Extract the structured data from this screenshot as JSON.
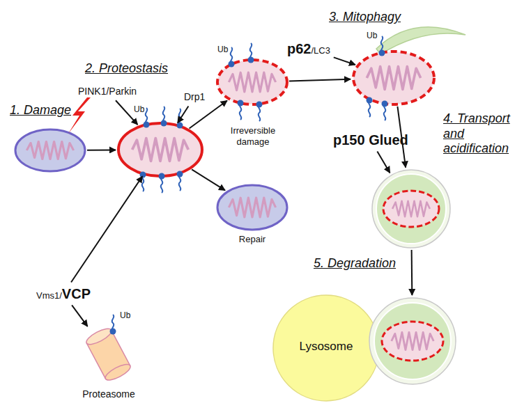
{
  "diagram": {
    "nodes": [
      {
        "text": [
          "1. Damage"
        ]
      },
      {
        "text": [
          "PINK1/Parkin"
        ]
      },
      {
        "text": [
          "Drp1"
        ]
      },
      {
        "text": [
          "Ub"
        ]
      },
      {
        "text": [
          "Ub",
          "Irreversible damage"
        ]
      },
      {
        "text": [
          "Repair"
        ]
      },
      {
        "text": [
          "Vms1/",
          "VCP"
        ]
      },
      {
        "text": [
          "Proteasome"
        ]
      },
      {
        "text": [
          "p62",
          "/LC3"
        ]
      },
      {
        "text": [
          "Ub"
        ]
      },
      {
        "text": [
          "p150 Glued"
        ]
      },
      {
        "text": [
          "4. Transport and acidification"
        ]
      },
      {
        "text": [
          "Lysosome"
        ]
      },
      {
        "text": [
          "5. Degradation"
        ]
      }
    ],
    "edges": [
      {
        "from": 0,
        "to": 3,
        "arrow": "to"
      },
      {
        "from": 1,
        "to": 3,
        "arrow": "to"
      },
      {
        "from": 2,
        "to": 3,
        "arrow": "to"
      },
      {
        "from": 3,
        "to": 4,
        "arrow": "to"
      },
      {
        "from": 3,
        "to": 5,
        "arrow": "to"
      },
      {
        "from": 6,
        "to": 3,
        "arrow": "to"
      },
      {
        "from": 6,
        "to": 7,
        "arrow": "to"
      },
      {
        "from": 4,
        "to": 9,
        "arrow": "to"
      },
      {
        "from": 8,
        "to": 9,
        "arrow": "to"
      },
      {
        "from": 9,
        "to": 11,
        "arrow": "to"
      },
      {
        "from": 10,
        "to": 11,
        "arrow": "to"
      },
      {
        "from": 11,
        "to": 13,
        "arrow": "to"
      }
    ],
    "labels": [
      "2. Proteostasis",
      "3. Mitophagy",
      "Ub"
    ]
  }
}
